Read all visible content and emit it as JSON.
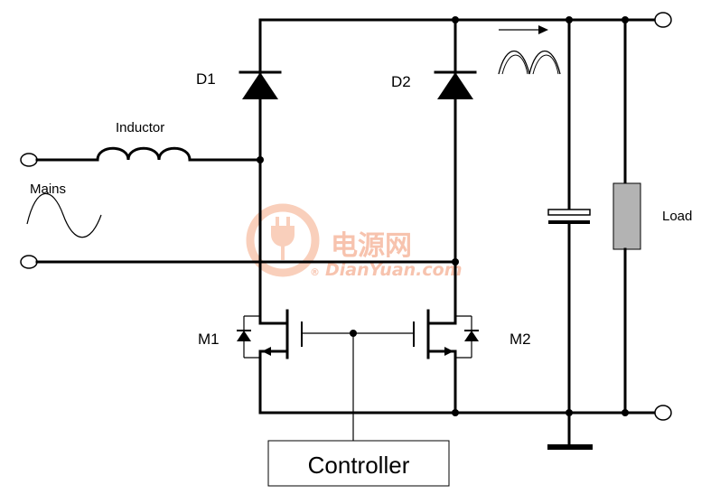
{
  "labels": {
    "d1": "D1",
    "d2": "D2",
    "inductor": "Inductor",
    "mains": "Mains",
    "m1": "M1",
    "m2": "M2",
    "load": "Load",
    "controller": "Controller"
  },
  "watermark": {
    "chinese": "电源网",
    "english": "DianYuan.com",
    "registered": "®"
  },
  "colors": {
    "wire": "#000000",
    "load": "#b3b3b3",
    "watermark": "#f6b9a0"
  }
}
